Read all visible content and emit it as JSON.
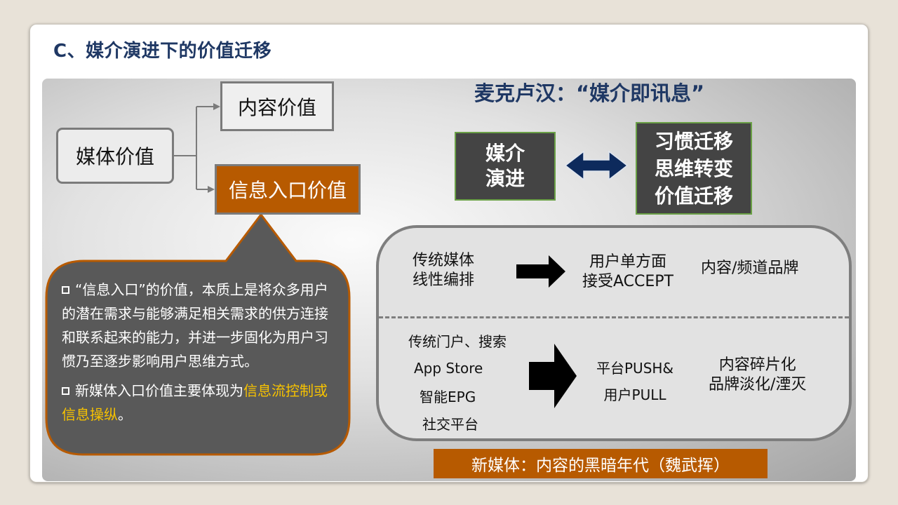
{
  "slide": {
    "title": "C、媒介演进下的价值迁移"
  },
  "value_tree": {
    "root": "媒体价值",
    "content": "内容价值",
    "info_entry": "信息入口价值"
  },
  "callout": {
    "para1": "“信息入口”的价值，本质上是将众多用户的潜在需求与能够满足相关需求的供方连接和联系起来的能力，并进一步固化为用户习惯乃至逐步影响用户思维方式。",
    "para2_prefix": "新媒体入口价值主要体现为",
    "para2_highlight": "信息流控制或信息操纵",
    "para2_suffix": "。"
  },
  "mcluhan": {
    "quote": "麦克卢汉：“媒介即讯息”",
    "evolution_line1": "媒介",
    "evolution_line2": "演进",
    "habit_line1": "习惯迁移",
    "habit_line2": "思维转变",
    "habit_line3": "价值迁移"
  },
  "comparison": {
    "traditional": {
      "source_line1": "传统媒体",
      "source_line2": "线性编排",
      "mode_line1": "用户单方面",
      "mode_line2": "接受ACCEPT",
      "result": "内容/频道品牌"
    },
    "new": {
      "source1": "传统门户、搜索",
      "source2": "App Store",
      "source3": "智能EPG",
      "source4": "社交平台",
      "mode_line1": "平台PUSH&",
      "mode_line2": "用户PULL",
      "result_line1": "内容碎片化",
      "result_line2": "品牌淡化/湮灭"
    }
  },
  "banner": "新媒体：内容的黑暗年代（魏武挥）",
  "colors": {
    "title": "#1f3864",
    "accent_orange": "#b75a00",
    "highlight_yellow": "#f7c200",
    "dark_box": "#444444",
    "box_border_green": "#6aa046",
    "arrow_navy": "#0d2a5c"
  }
}
